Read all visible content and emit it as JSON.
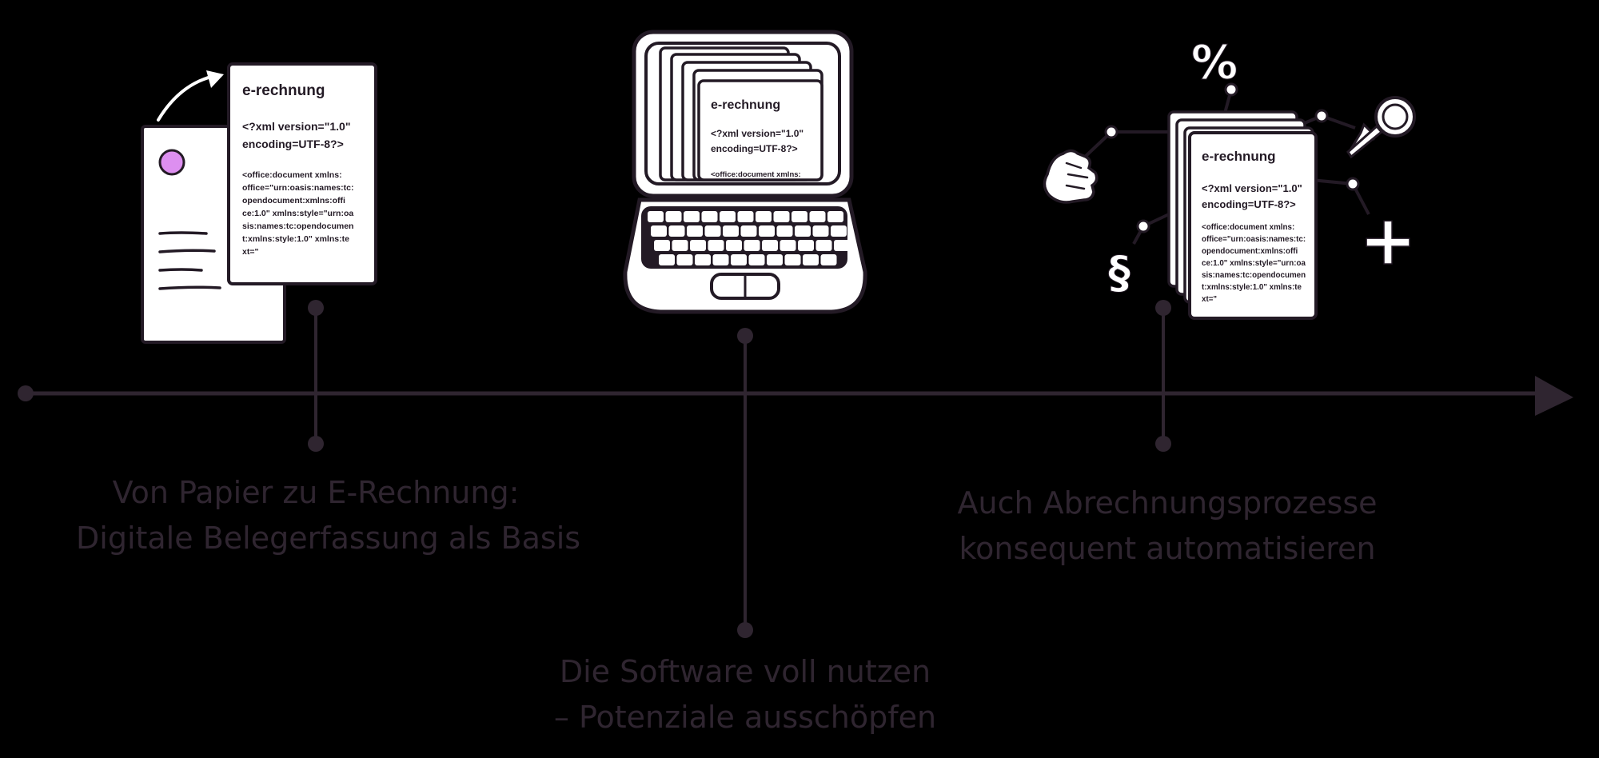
{
  "colors": {
    "background": "#000000",
    "line": "#2f2530",
    "paper": "#ffffff",
    "ink": "#231a25",
    "accent": "#dd8ff0"
  },
  "document": {
    "title": "e-rechnung",
    "xml_line1": "<?xml version=\"1.0\"",
    "xml_line2": "encoding=UTF-8?>",
    "body_lines": [
      "<office:document xmlns:",
      "office=\"urn:oasis:names:tc:",
      "opendocument:xmlns:offi",
      "ce:1.0\" xmlns:style=\"urn:oa",
      "sis:names:tc:opendocumen",
      "t:xmlns:style:1.0\" xmlns:te",
      "xt=\""
    ]
  },
  "laptop_document": {
    "title": "e-rechnung",
    "xml_line1": "<?xml version=\"1.0\"",
    "xml_line2": "encoding=UTF-8?>",
    "body_line": "<office:document xmlns:"
  },
  "symbols": {
    "percent": "%",
    "paragraph": "§",
    "plus": "+"
  },
  "steps": [
    {
      "id": "step-1",
      "line1": "Von Papier zu E-Rechnung:",
      "line2": "Digitale Belegerfassung als Basis"
    },
    {
      "id": "step-2",
      "line1": "Die Software voll nutzen",
      "line2": "– Potenziale ausschöpfen"
    },
    {
      "id": "step-3",
      "line1": "Auch Abrechnungsprozesse",
      "line2": "konsequent automatisieren"
    }
  ],
  "icons": [
    "paper-to-invoice-icon",
    "laptop-icon",
    "invoice-stack-icon",
    "hand-icon",
    "magnifier-icon"
  ]
}
